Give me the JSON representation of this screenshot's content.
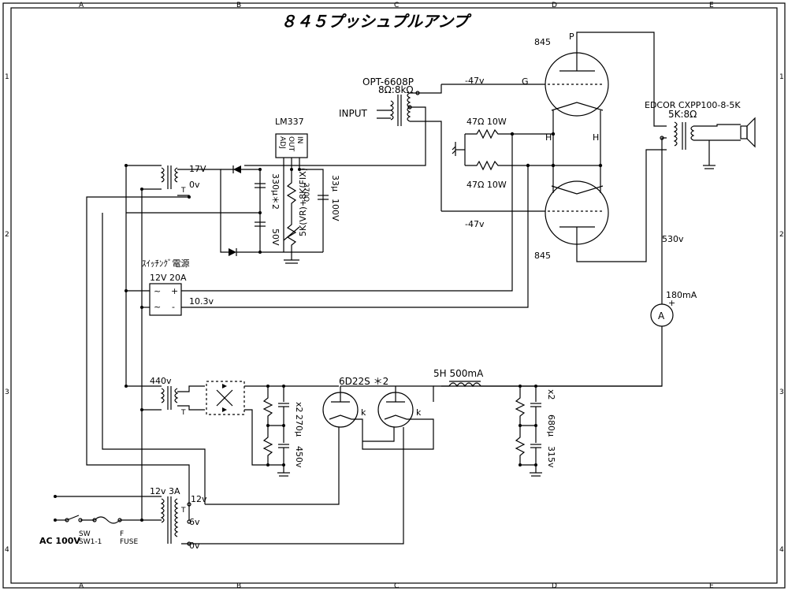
{
  "title": "８４５プッシュプルアンプ",
  "grid": {
    "cols": [
      "A",
      "B",
      "C",
      "D",
      "E"
    ],
    "rows": [
      "1",
      "2",
      "3",
      "4"
    ]
  },
  "labels": {
    "opt_model": "OPT-6608P",
    "opt_ratio": "8Ω:8kΩ",
    "input": "INPUT",
    "lm337": "LM337",
    "adj": "ADJ",
    "out": "OUT",
    "in": "IN",
    "v17": "17V",
    "v0a": "0v",
    "cap330": "330μ＊2",
    "v50": "50V",
    "r270": "270Ω",
    "cap33": "33μ",
    "v100": "100V",
    "vr": "5K(VR)+8K(FIX)",
    "switching_psu": "ｽｲｯﾁﾝｸﾞ電源",
    "psu_rating": "12V 20A",
    "psu_plus": "+",
    "psu_minus": "-",
    "psu_ac1": "~",
    "psu_ac2": "~",
    "v103": "10.3v",
    "tube845_top": "845",
    "tube845_bot": "845",
    "grid_top": "-47v",
    "grid_bot": "-47v",
    "g": "G",
    "p": "P",
    "h1": "H",
    "h2": "H",
    "r47a": "47Ω  10W",
    "r47b": "47Ω  10W",
    "edcor": "EDCOR CXPP100-8-5K",
    "edcor_ratio": "5K:8Ω",
    "v530": "530v",
    "ammeter": "A",
    "current": "180mA",
    "plus": "+",
    "v440": "440v",
    "t1": "T",
    "t2": "T",
    "t3": "T",
    "cap270": "270μ",
    "x2a": "x2",
    "v450": "450v",
    "tube6d22s": "6D22S ＊2",
    "k1": "k",
    "k2": "k",
    "choke": "5H 500mA",
    "cap680": "680μ",
    "x2b": "x2",
    "v315": "315v",
    "v12a": "12v  3A",
    "v12b": "12v",
    "v6": "6v",
    "v0b": "0v",
    "ac100": "AC 100V",
    "sw": "SW",
    "sw11": "SW1-1",
    "f": "F",
    "fuse": "FUSE"
  }
}
